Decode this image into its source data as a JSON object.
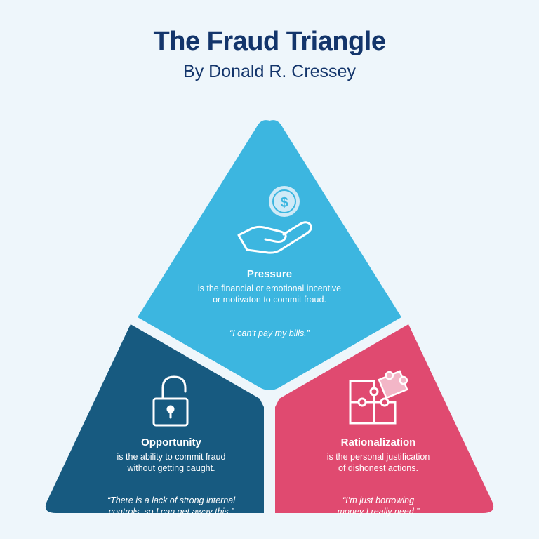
{
  "header": {
    "title": "The Fraud Triangle",
    "subtitle": "By Donald R. Cressey"
  },
  "colors": {
    "pressure": "#3cb6e0",
    "opportunity": "#175a80",
    "rationalization": "#e04a70",
    "title": "#13356b"
  },
  "sections": {
    "pressure": {
      "heading": "Pressure",
      "desc_line1": "is the financial or emotional incentive",
      "desc_line2": "or motivaton to commit fraud.",
      "quote": "“I can’t pay my bills.”",
      "icon": "hand-holding-dollar-icon",
      "icon_symbol": "$"
    },
    "opportunity": {
      "heading": "Opportunity",
      "desc_line1": "is the ability to commit fraud",
      "desc_line2": "without getting caught.",
      "quote_line1": "“There is a lack of strong internal",
      "quote_line2": "controls, so I can get away this.”",
      "icon": "unlocked-padlock-icon"
    },
    "rationalization": {
      "heading": "Rationalization",
      "desc_line1": "is the personal justification",
      "desc_line2": "of dishonest actions.",
      "quote_line1": "“I’m just borrowing",
      "quote_line2": "money I really need.”",
      "icon": "puzzle-pieces-icon"
    }
  }
}
